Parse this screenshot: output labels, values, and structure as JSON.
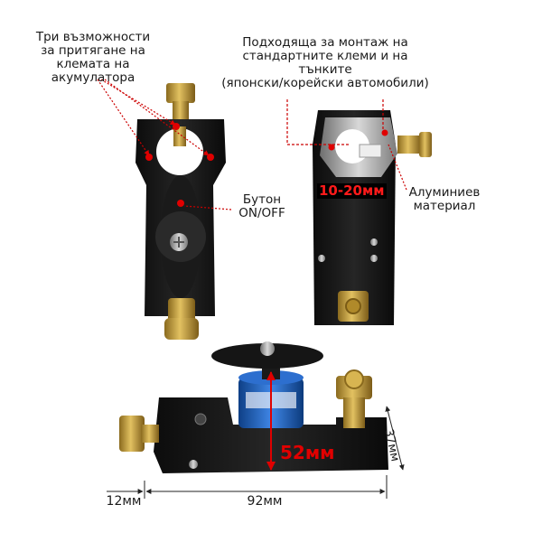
{
  "annotations": {
    "three_options": "Три възможности\nза притягане на\nклемата на\nакумулатора",
    "fits_terminals": "Подходяща за монтаж на\nстандартните клеми и на\nтънките\n(японски/корейски автомобили)",
    "button": "Бутон\nON/OFF",
    "aluminium": "Алуминиев\nматериал",
    "range_mm": "10-20мм",
    "height_mm": "52мм",
    "depth_mm": "37мм",
    "length_mm": "92мм",
    "offset_mm": "12мм"
  },
  "colors": {
    "body": "#141414",
    "brass": "#c9a23a",
    "accent_red": "#e00000",
    "label_blue": "#1d5fb8"
  }
}
